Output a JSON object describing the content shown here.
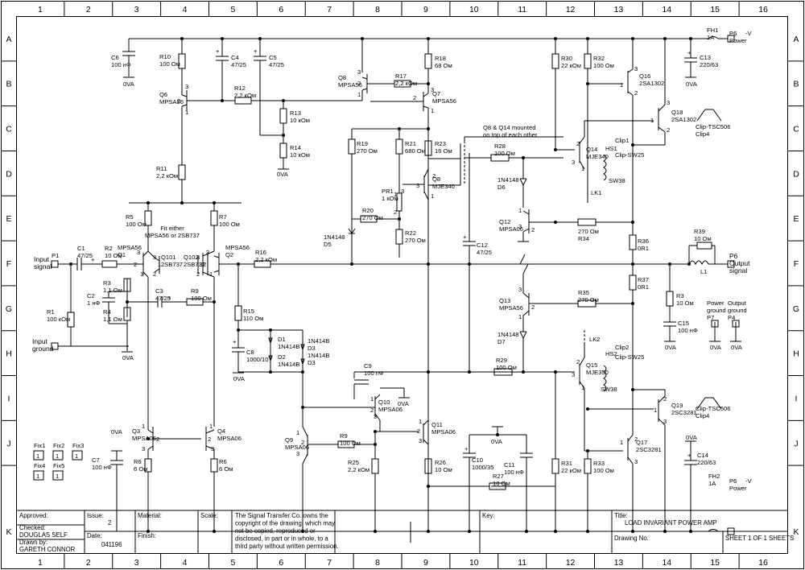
{
  "grid": {
    "columns": [
      "1",
      "2",
      "3",
      "4",
      "5",
      "6",
      "7",
      "8",
      "9",
      "10",
      "11",
      "12",
      "13",
      "14",
      "15",
      "16"
    ],
    "rows": [
      "A",
      "B",
      "C",
      "D",
      "E",
      "F",
      "G",
      "H",
      "I",
      "J",
      "K"
    ]
  },
  "components": [
    {
      "id": "c6",
      "lines": [
        "C6",
        "100 нФ"
      ]
    },
    {
      "id": "c6gnd",
      "lines": [
        "0VA"
      ]
    },
    {
      "id": "r10",
      "lines": [
        "R10",
        "100 Ом"
      ]
    },
    {
      "id": "c4",
      "lines": [
        "C4",
        "47/25"
      ]
    },
    {
      "id": "c5",
      "lines": [
        "C5",
        "47/25"
      ]
    },
    {
      "id": "q6",
      "lines": [
        "Q6",
        "MPSA56"
      ]
    },
    {
      "id": "r12",
      "lines": [
        "R12",
        "2,2 кОм"
      ]
    },
    {
      "id": "r13",
      "lines": [
        "R13",
        "10 кОм"
      ]
    },
    {
      "id": "r14",
      "lines": [
        "R14",
        "10 кОм"
      ]
    },
    {
      "id": "r14gnd",
      "lines": [
        "0VA"
      ]
    },
    {
      "id": "r11",
      "lines": [
        "R11",
        "2,2 кОм"
      ]
    },
    {
      "id": "q8top",
      "lines": [
        "Q8",
        "MPSA56"
      ]
    },
    {
      "id": "r17",
      "lines": [
        "R17",
        "2,2 кОм"
      ]
    },
    {
      "id": "r18",
      "lines": [
        "R18",
        "68 Ом"
      ]
    },
    {
      "id": "q7",
      "lines": [
        "Q7",
        "MPSA56"
      ]
    },
    {
      "id": "r19",
      "lines": [
        "R19",
        "270 Ом"
      ]
    },
    {
      "id": "r21",
      "lines": [
        "R21",
        "680 Ом"
      ]
    },
    {
      "id": "r23",
      "lines": [
        "R23",
        "16 Ом"
      ]
    },
    {
      "id": "q8",
      "lines": [
        "Q8",
        "MJE340"
      ]
    },
    {
      "id": "pr1",
      "lines": [
        "PR1",
        "1 кОм"
      ]
    },
    {
      "id": "r20",
      "lines": [
        "R20",
        "270 Ом"
      ]
    },
    {
      "id": "r22",
      "lines": [
        "R22",
        "270 Ом"
      ]
    },
    {
      "id": "d5",
      "lines": [
        "1N4148",
        "D5"
      ]
    },
    {
      "id": "mount",
      "lines": [
        "Q8 & Q14 mounted",
        "on top of each other"
      ]
    },
    {
      "id": "r28",
      "lines": [
        "R28",
        "100 Ом"
      ]
    },
    {
      "id": "d6",
      "lines": [
        "1N4148",
        "D6"
      ]
    },
    {
      "id": "r30",
      "lines": [
        "R30",
        "22 кОм"
      ]
    },
    {
      "id": "r32",
      "lines": [
        "R32",
        "100 Ом"
      ]
    },
    {
      "id": "q16",
      "lines": [
        "Q16",
        "2SA1302"
      ]
    },
    {
      "id": "q18",
      "lines": [
        "Q18",
        "2SA1302"
      ]
    },
    {
      "id": "clip4top",
      "lines": [
        "Clip-TSC506",
        "Clip4"
      ]
    },
    {
      "id": "clip1",
      "lines": [
        "Clip1"
      ]
    },
    {
      "id": "q14",
      "lines": [
        "Q14",
        "MJE340"
      ]
    },
    {
      "id": "hs1",
      "lines": [
        "HS1"
      ]
    },
    {
      "id": "sw25a",
      "lines": [
        "Clip-SW25"
      ]
    },
    {
      "id": "sw38a",
      "lines": [
        "SW38"
      ]
    },
    {
      "id": "lk1",
      "lines": [
        "LK1"
      ]
    },
    {
      "id": "fh1",
      "lines": [
        "FH1",
        "1A"
      ]
    },
    {
      "id": "p6top",
      "lines": [
        "P6",
        "Power"
      ]
    },
    {
      "id": "vneg_top",
      "lines": [
        "-V"
      ]
    },
    {
      "id": "c13",
      "lines": [
        "C13",
        "220/63"
      ]
    },
    {
      "id": "c13gnd",
      "lines": [
        "0VA"
      ]
    },
    {
      "id": "r5",
      "lines": [
        "R5",
        "100 Ом"
      ]
    },
    {
      "id": "r7",
      "lines": [
        "R7",
        "100 Ом"
      ]
    },
    {
      "id": "fitnote",
      "lines": [
        "Fit either",
        "MPSA56 or 2SB737"
      ]
    },
    {
      "id": "q1",
      "lines": [
        "MPSA56",
        "Q1"
      ]
    },
    {
      "id": "q101",
      "lines": [
        "Q101",
        "2SB737"
      ]
    },
    {
      "id": "q102",
      "lines": [
        "Q102",
        "2SB737"
      ]
    },
    {
      "id": "q2",
      "lines": [
        "MPSA56",
        "Q2"
      ]
    },
    {
      "id": "c1",
      "lines": [
        "C1",
        "47/25"
      ]
    },
    {
      "id": "r2",
      "lines": [
        "R2",
        "10 Ом"
      ]
    },
    {
      "id": "r16",
      "lines": [
        "R16",
        "2,2 кОм"
      ]
    },
    {
      "id": "p1",
      "lines": [
        "P1"
      ]
    },
    {
      "id": "insig",
      "lines": [
        "Input",
        "signal"
      ]
    },
    {
      "id": "r3a",
      "lines": [
        "R3",
        "1,1 Ом"
      ]
    },
    {
      "id": "c2",
      "lines": [
        "C2",
        "1 нФ"
      ]
    },
    {
      "id": "r4",
      "lines": [
        "R4",
        "1,1 Ом"
      ]
    },
    {
      "id": "r1",
      "lines": [
        "R1",
        "100 кОм"
      ]
    },
    {
      "id": "inground",
      "lines": [
        "Input",
        "ground"
      ]
    },
    {
      "id": "ingnd0",
      "lines": [
        "0VA"
      ]
    },
    {
      "id": "c3",
      "lines": [
        "C3",
        "47/25"
      ]
    },
    {
      "id": "r9top",
      "lines": [
        "R9",
        "100 Ом"
      ]
    },
    {
      "id": "r15",
      "lines": [
        "R15",
        "110 Ом"
      ]
    },
    {
      "id": "d1",
      "lines": [
        "D1",
        "1N414B"
      ]
    },
    {
      "id": "d2",
      "lines": [
        "D2",
        "1N414B"
      ]
    },
    {
      "id": "d3a",
      "lines": [
        "1N414B",
        "D3"
      ]
    },
    {
      "id": "d3b",
      "lines": [
        "1N414B",
        "D3"
      ]
    },
    {
      "id": "c8",
      "lines": [
        "C8",
        "1000/10"
      ]
    },
    {
      "id": "c8gnd",
      "lines": [
        "0VA"
      ]
    },
    {
      "id": "c12",
      "lines": [
        "C12",
        "47/25"
      ]
    },
    {
      "id": "q12",
      "lines": [
        "Q12",
        "MPSA06"
      ]
    },
    {
      "id": "r34",
      "lines": [
        "270 Ом",
        "R34"
      ]
    },
    {
      "id": "r36",
      "lines": [
        "R36",
        "0R1"
      ]
    },
    {
      "id": "r37",
      "lines": [
        "R37",
        "0R1"
      ]
    },
    {
      "id": "r39",
      "lines": [
        "R39",
        "10 Ом"
      ]
    },
    {
      "id": "l1",
      "lines": [
        "L1"
      ]
    },
    {
      "id": "p6out",
      "lines": [
        "P6",
        "Output",
        "signal"
      ]
    },
    {
      "id": "q13",
      "lines": [
        "Q13",
        "MPSA56"
      ]
    },
    {
      "id": "r35",
      "lines": [
        "R35",
        "270 Ом"
      ]
    },
    {
      "id": "r3b",
      "lines": [
        "R3",
        "10 Ом"
      ]
    },
    {
      "id": "pwrgnd",
      "lines": [
        "Power",
        "ground",
        "P7"
      ]
    },
    {
      "id": "outgnd",
      "lines": [
        "Output",
        "ground",
        "P4"
      ]
    },
    {
      "id": "c15",
      "lines": [
        "C15",
        "100 нФ"
      ]
    },
    {
      "id": "c15gnd",
      "lines": [
        "0VA"
      ]
    },
    {
      "id": "p7gnd",
      "lines": [
        "0VA"
      ]
    },
    {
      "id": "p4gnd",
      "lines": [
        "0VA"
      ]
    },
    {
      "id": "d7",
      "lines": [
        "1N4148",
        "D7"
      ]
    },
    {
      "id": "lk2",
      "lines": [
        "LK2"
      ]
    },
    {
      "id": "r29",
      "lines": [
        "R29",
        "100 Ом"
      ]
    },
    {
      "id": "q15",
      "lines": [
        "Q15",
        "MJE350"
      ]
    },
    {
      "id": "hs2",
      "lines": [
        "HS2"
      ]
    },
    {
      "id": "clip2",
      "lines": [
        "Clip2"
      ]
    },
    {
      "id": "sw25b",
      "lines": [
        "Clip-SW25"
      ]
    },
    {
      "id": "sw38b",
      "lines": [
        "SW38"
      ]
    },
    {
      "id": "c9",
      "lines": [
        "C9",
        "100 пФ"
      ]
    },
    {
      "id": "q10",
      "lines": [
        "Q10",
        "MPSA06"
      ]
    },
    {
      "id": "q10gnd",
      "lines": [
        "0VA"
      ]
    },
    {
      "id": "q11",
      "lines": [
        "Q11",
        "MPSA06"
      ]
    },
    {
      "id": "q19",
      "lines": [
        "Q19",
        "2SC3281"
      ]
    },
    {
      "id": "clip4bot",
      "lines": [
        "Clip-TSC506",
        "Clip4"
      ]
    },
    {
      "id": "q3",
      "lines": [
        "Q3",
        "MPSA06"
      ]
    },
    {
      "id": "q3gnd",
      "lines": [
        "0VA"
      ]
    },
    {
      "id": "q4",
      "lines": [
        "Q4",
        "MPSA06"
      ]
    },
    {
      "id": "q9",
      "lines": [
        "Q9",
        "MPSA06"
      ]
    },
    {
      "id": "r9bot",
      "lines": [
        "R9",
        "100 Ом"
      ]
    },
    {
      "id": "r6a",
      "lines": [
        "R6",
        "6 Ом"
      ]
    },
    {
      "id": "r6b",
      "lines": [
        "R6",
        "6 Ом"
      ]
    },
    {
      "id": "c7",
      "lines": [
        "C7",
        "100 нФ"
      ]
    },
    {
      "id": "r25",
      "lines": [
        "R25",
        "2,2 кОм"
      ]
    },
    {
      "id": "r26",
      "lines": [
        "R26",
        "10 Ом"
      ]
    },
    {
      "id": "c10",
      "lines": [
        "C10",
        "1000/35"
      ]
    },
    {
      "id": "c10gnd",
      "lines": [
        "0VA"
      ]
    },
    {
      "id": "c11",
      "lines": [
        "C11",
        "100 нФ"
      ]
    },
    {
      "id": "r27",
      "lines": [
        "R27",
        "10 Ом"
      ]
    },
    {
      "id": "r31",
      "lines": [
        "R31",
        "22 кОм"
      ]
    },
    {
      "id": "r33",
      "lines": [
        "R33",
        "100 Ом"
      ]
    },
    {
      "id": "q17",
      "lines": [
        "Q17",
        "2SC3281"
      ]
    },
    {
      "id": "c14gnd",
      "lines": [
        "0VA"
      ]
    },
    {
      "id": "c14",
      "lines": [
        "C14",
        "220/63"
      ]
    },
    {
      "id": "fh2",
      "lines": [
        "FH2",
        "1A"
      ]
    },
    {
      "id": "p6bot",
      "lines": [
        "P6",
        "Power"
      ]
    },
    {
      "id": "vneg_bot",
      "lines": [
        "-V"
      ]
    },
    {
      "id": "fix1",
      "lines": [
        "Fix1"
      ]
    },
    {
      "id": "fix2",
      "lines": [
        "Fix2"
      ]
    },
    {
      "id": "fix3",
      "lines": [
        "Fix3"
      ]
    },
    {
      "id": "fix4",
      "lines": [
        "Fix4"
      ]
    },
    {
      "id": "fix5",
      "lines": [
        "Fix5"
      ]
    }
  ],
  "pins": {
    "q6": [
      "3",
      "2",
      "1"
    ],
    "q8top": [
      "3",
      "2",
      "1"
    ],
    "q7": [
      "3",
      "2",
      "1"
    ],
    "q16": [
      "3",
      "1",
      "2"
    ],
    "q18": [
      "3",
      "1",
      "2"
    ],
    "q14": [
      "2",
      "3",
      "1"
    ],
    "q8": [
      "2",
      "3",
      "1"
    ],
    "pr1": [
      "1",
      "3",
      "2"
    ],
    "q1": [
      "3",
      "2",
      "1"
    ],
    "q2": [
      "3",
      "2",
      "1"
    ],
    "q101": [
      "3",
      "1",
      "2"
    ],
    "q102": [
      "3",
      "1",
      "2"
    ],
    "q12": [
      "1",
      "3",
      "2"
    ],
    "q13": [
      "3",
      "2",
      "1"
    ],
    "q15": [
      "2",
      "3",
      "1"
    ],
    "q10": [
      "1",
      "2",
      "3"
    ],
    "q11": [
      "1",
      "2",
      "3"
    ],
    "q19": [
      "2",
      "1",
      "3"
    ],
    "q17": [
      "1",
      "2",
      "3"
    ],
    "q3": [
      "1",
      "2",
      "3"
    ],
    "q4": [
      "1",
      "2",
      "3"
    ],
    "q9": [
      "1",
      "2",
      "3"
    ],
    "fix": [
      "1",
      "1",
      "1",
      "1",
      "1"
    ]
  },
  "title_block": {
    "approved_label": "Approved:",
    "checked_label": "Checked:",
    "checked_value": "DOUGLAS SELF",
    "drawn_label": "Drawn by:",
    "drawn_value": "GARETH CONNOR",
    "issue_label": "Issue:",
    "issue_value": "2",
    "date_label": "Date:",
    "date_value": "041196",
    "material_label": "Material:",
    "finish_label": "Finish:",
    "scale_label": "Scale:",
    "copyright": [
      "The Signal Transfer Co. owns the",
      "copyright of the drawing, which may",
      "not be copied, reproduced or",
      "disclosed, in part or in whole, to a",
      "third party without written permission."
    ],
    "key_label": "Key:",
    "title_label": "Title:",
    "title_value": "LOAD INVARIANT POWER AMP",
    "drawing_no_label": "Drawing No.",
    "sheet": "SHEET 1 OF 1 SHEETS"
  }
}
